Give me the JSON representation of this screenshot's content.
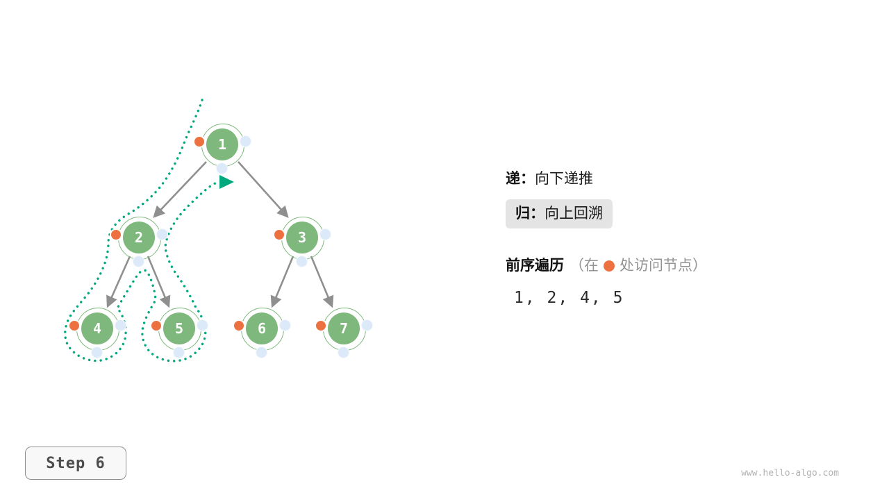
{
  "tree": {
    "nodes": [
      {
        "value": "1"
      },
      {
        "value": "2"
      },
      {
        "value": "3"
      },
      {
        "value": "4"
      },
      {
        "value": "5"
      },
      {
        "value": "6"
      },
      {
        "value": "7"
      }
    ],
    "edges": [
      [
        "1",
        "2"
      ],
      [
        "1",
        "3"
      ],
      [
        "2",
        "4"
      ],
      [
        "2",
        "5"
      ],
      [
        "3",
        "6"
      ],
      [
        "3",
        "7"
      ]
    ]
  },
  "legend": {
    "recurse_label": "递：",
    "recurse_text": "向下递推",
    "return_label": "归：",
    "return_text": "向上回溯",
    "traversal_title": "前序遍历",
    "traversal_note_prefix": "（在",
    "traversal_note_suffix": "处访问节点）",
    "sequence": "1, 2, 4, 5"
  },
  "step_label": "Step 6",
  "watermark": "www.hello-algo.com",
  "colors": {
    "node_fill": "#7eb87c",
    "visit_dot": "#ed7140",
    "slot_dot": "#dce9f8",
    "recursion_path": "#00a87e",
    "edge": "#8f8f8f",
    "pill_bg": "#e4e4e4"
  }
}
